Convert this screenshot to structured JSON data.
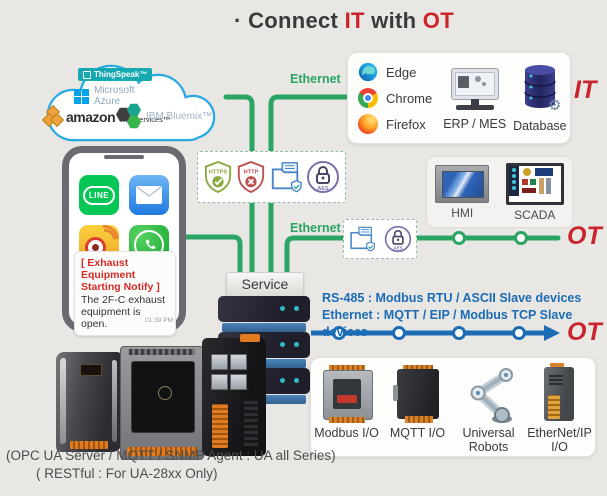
{
  "title": {
    "bullet": "·",
    "connect": "Connect",
    "it": "IT",
    "with": "with",
    "ot": "OT"
  },
  "cloud": {
    "thingspeak": "ThingSpeak™",
    "microsoft": "Microsoft",
    "azure": "Azure",
    "amazon": "amazon",
    "aws_sub": "web services™",
    "bluemix": "IBM Bluemix™"
  },
  "it_card": {
    "browsers": [
      {
        "label": "Edge"
      },
      {
        "label": "Chrome"
      },
      {
        "label": "Firefox"
      }
    ],
    "erp": "ERP / MES",
    "database": "Database"
  },
  "labels": {
    "it": "IT",
    "ot_top": "OT",
    "ot_bottom": "OT",
    "ethernet_top": "Ethernet",
    "ethernet_mid": "Ethernet",
    "service": "Service"
  },
  "security": {
    "https": "HTTPS",
    "http": "HTTP",
    "aes": "AES"
  },
  "phone": {
    "apps": {
      "line": "LINE"
    },
    "notice_title": "[ Exhaust Equipment Starting Notify ]",
    "notice_body": "The 2F-C exhaust equipment is open.",
    "notice_time": "01:39 PM"
  },
  "panels": {
    "hmi": "HMI",
    "scada": "SCADA"
  },
  "bus": {
    "rs485": "RS-485 : Modbus RTU / ASCII Slave devices",
    "ethernet": "Ethernet : MQTT / EIP / Modbus TCP Slave devices"
  },
  "io_devices": [
    {
      "label": "Modbus I/O"
    },
    {
      "label": "MQTT I/O"
    },
    {
      "label": "Universal Robots"
    },
    {
      "label": "EtherNet/IP I/O"
    }
  ],
  "footer": {
    "line1": "(OPC UA Server / MQTT / SNMP Agent : UA all Series)",
    "line2": "( RESTful : For UA-28xx Only)"
  },
  "colors": {
    "green": "#2aa564",
    "blue": "#1b6cb5",
    "red": "#c9252c"
  }
}
